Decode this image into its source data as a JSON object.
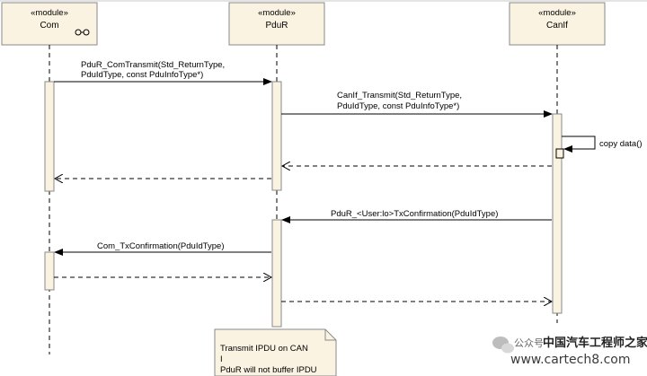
{
  "participants": [
    {
      "id": "com",
      "stereotype": "«module»",
      "name": "Com"
    },
    {
      "id": "pdur",
      "stereotype": "«module»",
      "name": "PduR"
    },
    {
      "id": "canif",
      "stereotype": "«module»",
      "name": "CanIf"
    }
  ],
  "messages": {
    "m1": [
      "PduR_ComTransmit(Std_ReturnType,",
      "PduIdType, const PduInfoType*)"
    ],
    "m2": [
      "CanIf_Transmit(Std_ReturnType,",
      "PduIdType, const PduInfoType*)"
    ],
    "m3": "copy data()",
    "m6": "PduR_<User:lo>TxConfirmation(PduIdType)",
    "m7": "Com_TxConfirmation(PduIdType)"
  },
  "note": {
    "lines": [
      "Transmit IPDU on CAN",
      "I",
      "PduR will not buffer IPDU"
    ]
  },
  "watermark": {
    "brand_cn": "中国汽车工程师之家",
    "url": "www.cartech8.com",
    "public_account": "公众号"
  },
  "colors": {
    "box_fill": "#fbf3e2",
    "box_stroke": "#8a8a8a",
    "line": "#000000"
  }
}
